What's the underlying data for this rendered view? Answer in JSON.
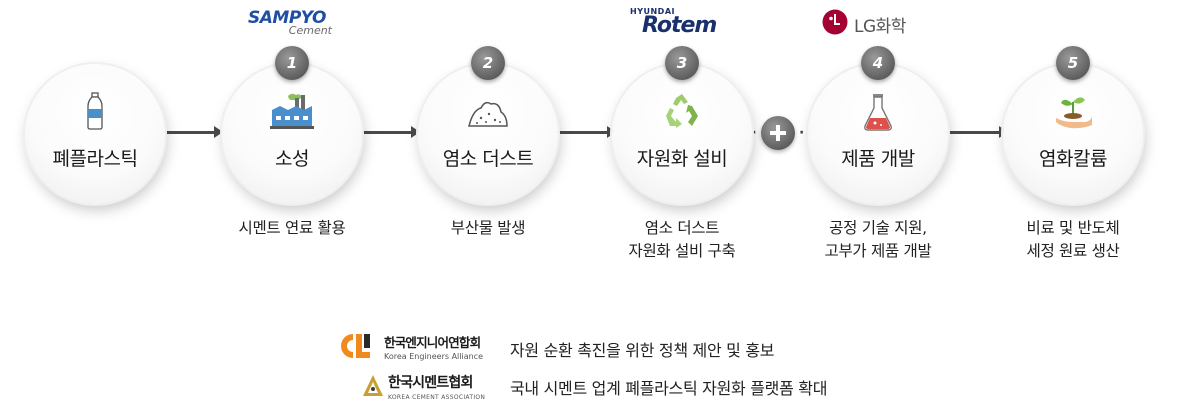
{
  "logos": {
    "sampyo": {
      "line1": "SAMPYO",
      "line2": "Cement"
    },
    "rotem": {
      "line1": "HYUNDAI",
      "line2": "Rotem"
    },
    "lg": {
      "text": "LG화학"
    }
  },
  "steps": [
    {
      "label": "폐플라스틱",
      "badge": "",
      "desc": []
    },
    {
      "label": "소성",
      "badge": "1",
      "desc": [
        "시멘트 연료 활용"
      ]
    },
    {
      "label": "염소 더스트",
      "badge": "2",
      "desc": [
        "부산물 발생"
      ]
    },
    {
      "label": "자원화 설비",
      "badge": "3",
      "desc": [
        "염소 더스트",
        "자원화 설비 구축"
      ]
    },
    {
      "label": "제품 개발",
      "badge": "4",
      "desc": [
        "공정 기술 지원,",
        "고부가 제품 개발"
      ]
    },
    {
      "label": "염화칼륨",
      "badge": "5",
      "desc": [
        "비료 및 반도체",
        "세정 원료 생산"
      ]
    }
  ],
  "organizations": [
    {
      "name": "한국엔지니어연합회",
      "sub": "Korea Engineers Alliance",
      "statement": "자원 순환 촉진을 위한 정책 제안 및 홍보"
    },
    {
      "name": "한국시멘트협회",
      "sub": "KOREA CEMENT ASSOCIATION",
      "statement": "국내 시멘트 업계 폐플라스틱 자원화 플랫폼 확대"
    }
  ],
  "colors": {
    "badge": "#5f5f5f",
    "arrow": "#4a4a4a",
    "kea_orange": "#f08a1c",
    "kca_gold": "#c8a032",
    "lg_red": "#a50034",
    "sampyo_blue": "#1f4fa3",
    "rotem_navy": "#1a2f6e"
  }
}
